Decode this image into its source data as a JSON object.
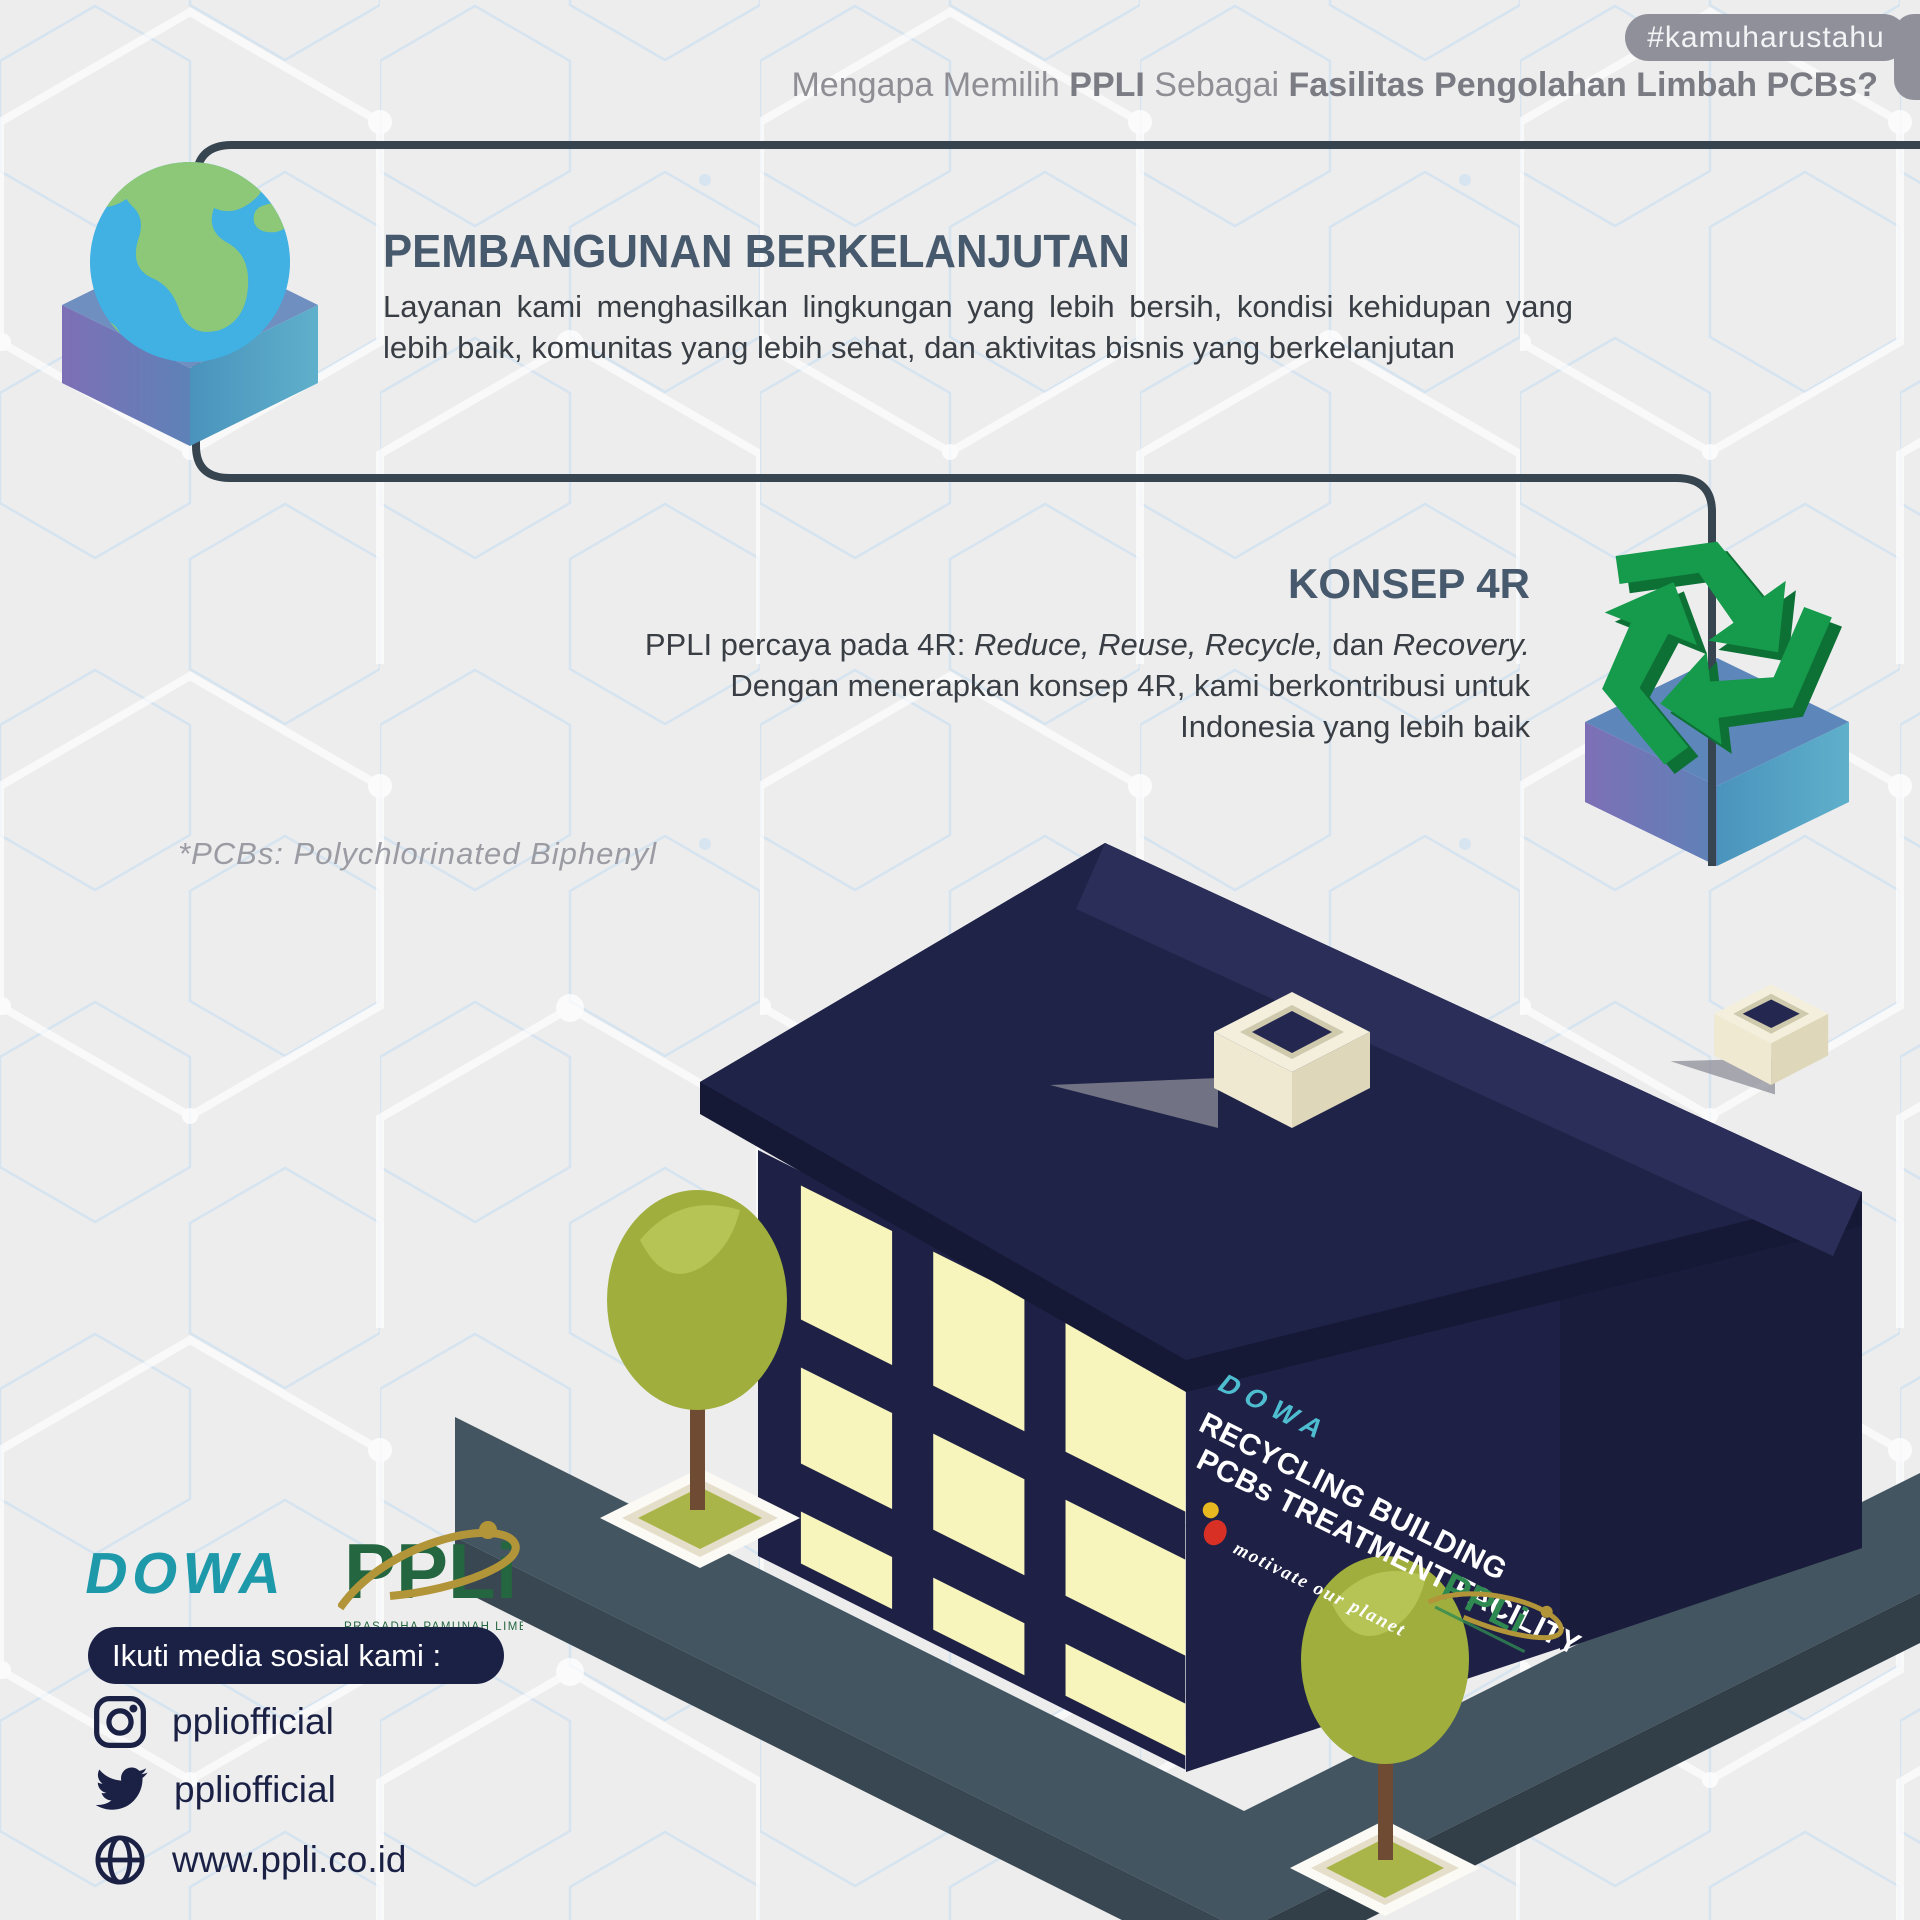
{
  "badge": {
    "label": "#kamuharustahu"
  },
  "header": {
    "normal1": "Mengapa Memilih ",
    "bold1": "PPLI",
    "normal2": " Sebagai ",
    "bold2": "Fasilitas Pengolahan Limbah PCBs?"
  },
  "section_sustainability": {
    "title": "PEMBANGUNAN BERKELANJUTAN",
    "body": "Layanan kami menghasilkan lingkungan yang lebih bersih, kondisi kehidupan yang lebih baik, komunitas yang lebih sehat, dan aktivitas bisnis yang berkelanjutan"
  },
  "section_4r": {
    "title": "KONSEP 4R",
    "line1_pre": "PPLI percaya pada 4R: ",
    "line1_italic1": "Reduce, Reuse, Recycle,",
    "line1_mid": " dan ",
    "line1_italic2": "Recovery.",
    "line2": "Dengan menerapkan konsep 4R, kami berkontribusi untuk",
    "line3": "Indonesia yang lebih baik"
  },
  "footnote": {
    "text": "*PCBs: Polychlorinated Biphenyl"
  },
  "building": {
    "brand": "DOWA",
    "sign_line1": "RECYCLING BUILDING",
    "sign_line2": "PCBs TREATMENT FACILITY",
    "tagline": "motivate our planet",
    "ppli": "PPLi"
  },
  "footer": {
    "dowa_logo": "DOWA",
    "ppli_logo": "PPLi",
    "ppli_tagline": "PRASADHA PAMUNAH LIMBAH INDUSTRI",
    "follow_label": "Ikuti media sosial kami :",
    "instagram_handle": "ppliofficial",
    "twitter_handle": "ppliofficial",
    "website": "www.ppli.co.id"
  },
  "colors": {
    "background": "#ededee",
    "navy": "#1e2145",
    "roof": "#1f2347",
    "window_yellow": "#f7f4bc",
    "slab": "#435560",
    "connector": "#36454f",
    "badge_gray": "#90909b",
    "heading_slate": "#47596c",
    "dowa_teal": "#1d99aa",
    "ppli_green": "#24663f",
    "ppli_gold": "#b29539",
    "recycle_green": "#169a4b",
    "globe_ocean": "#41b0e2",
    "globe_land": "#8cc878",
    "tree_olive": "#a0ae3e"
  }
}
